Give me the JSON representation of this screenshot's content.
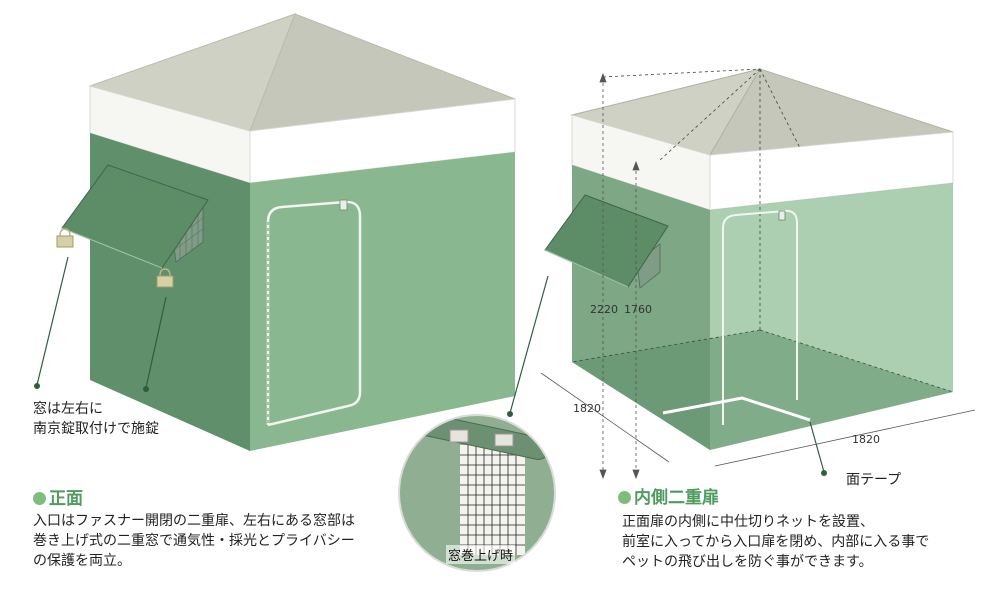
{
  "front": {
    "heading": "正面",
    "text_lines": [
      "入口はファスナー開閉の二重扉、左右にある窓部は",
      "巻き上げ式の二重窓で通気性・採光とプライバシー",
      "の保護を両立。"
    ],
    "lock_caption_lines": [
      "窓は左右に",
      "南京錠取付けで施錠"
    ]
  },
  "inner": {
    "heading": "内側二重扉",
    "text_lines": [
      "正面扉の内側に中仕切りネットを設置、",
      "前室に入ってから入口扉を閉め、内部に入る事で",
      "ペットの飛び出しを防ぐ事ができます。"
    ],
    "tape_caption": "面テープ"
  },
  "window_rolled_caption": "窓巻上げ時",
  "dimensions": {
    "height_total": "2220",
    "height_wall": "1760",
    "width_left": "1820",
    "width_right": "1820"
  },
  "colors": {
    "wall_front": "#88b790",
    "wall_side": "#5f8f6b",
    "roof": "#cdcfc2",
    "band": "#ffffff",
    "accent": "#7dbd7e",
    "leader": "#2f5e3f"
  }
}
